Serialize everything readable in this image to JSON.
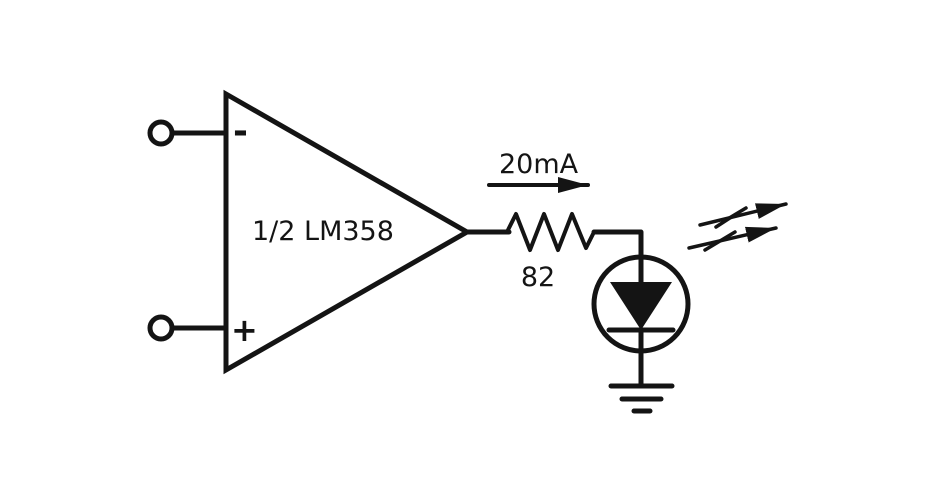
{
  "diagram": {
    "type": "circuit-schematic",
    "description_labels": {
      "opamp": "1/2 LM358",
      "inverting_input": "-",
      "noninverting_input": "+",
      "current": "20mA",
      "resistor_value": "82"
    },
    "components": [
      "opamp-half-lm358",
      "inverting-input-terminal",
      "noninverting-input-terminal",
      "series-resistor-82-ohm",
      "led",
      "ground",
      "current-annotation-arrow-20ma",
      "light-emission-arrows"
    ],
    "colors": {
      "ink": "#141414",
      "background": "#ffffff"
    }
  }
}
